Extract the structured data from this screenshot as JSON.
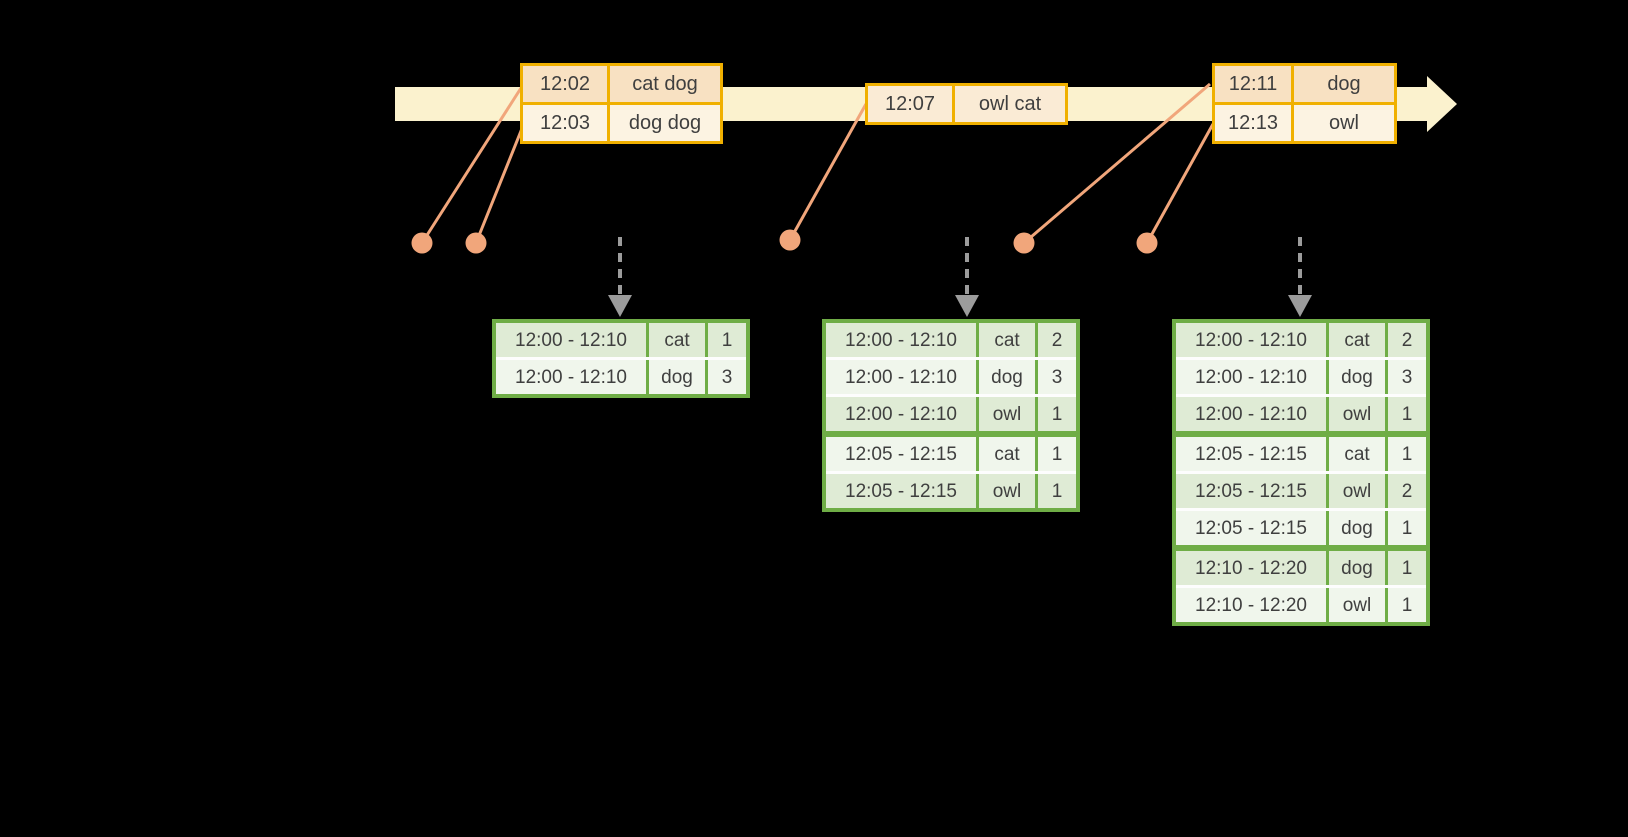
{
  "colors": {
    "background": "#000000",
    "timeline_band": "#FBF2CE",
    "event_border": "#F0B000",
    "event_row_peach": "#F8E1C2",
    "event_row_cream": "#FCF3E2",
    "connector_salmon": "#F1A67B",
    "table_border_green": "#6FAD46",
    "cell_green_dark": "#DFEBD5",
    "cell_green_light": "#F0F6EC",
    "dashed_arrow_gray": "#9C9C9C",
    "text": "#3F3F3F"
  },
  "event_boxes": [
    {
      "rows": [
        {
          "time": "12:02",
          "words": "cat dog"
        },
        {
          "time": "12:03",
          "words": "dog dog"
        }
      ]
    },
    {
      "rows": [
        {
          "time": "12:07",
          "words": "owl cat"
        }
      ]
    },
    {
      "rows": [
        {
          "time": "12:11",
          "words": "dog"
        },
        {
          "time": "12:13",
          "words": "owl"
        }
      ]
    }
  ],
  "result_tables": [
    {
      "rows": [
        {
          "window": "12:00 - 12:10",
          "word": "cat",
          "count": "1"
        },
        {
          "window": "12:00 - 12:10",
          "word": "dog",
          "count": "3"
        }
      ]
    },
    {
      "rows": [
        {
          "window": "12:00 - 12:10",
          "word": "cat",
          "count": "2"
        },
        {
          "window": "12:00 - 12:10",
          "word": "dog",
          "count": "3"
        },
        {
          "window": "12:00 - 12:10",
          "word": "owl",
          "count": "1"
        },
        {
          "window": "12:05 - 12:15",
          "word": "cat",
          "count": "1"
        },
        {
          "window": "12:05 - 12:15",
          "word": "owl",
          "count": "1"
        }
      ]
    },
    {
      "rows": [
        {
          "window": "12:00 - 12:10",
          "word": "cat",
          "count": "2"
        },
        {
          "window": "12:00 - 12:10",
          "word": "dog",
          "count": "3"
        },
        {
          "window": "12:00 - 12:10",
          "word": "owl",
          "count": "1"
        },
        {
          "window": "12:05 - 12:15",
          "word": "cat",
          "count": "1"
        },
        {
          "window": "12:05 - 12:15",
          "word": "owl",
          "count": "2"
        },
        {
          "window": "12:05 - 12:15",
          "word": "dog",
          "count": "1"
        },
        {
          "window": "12:10 - 12:20",
          "word": "dog",
          "count": "1"
        },
        {
          "window": "12:10 - 12:20",
          "word": "owl",
          "count": "1"
        }
      ]
    }
  ]
}
